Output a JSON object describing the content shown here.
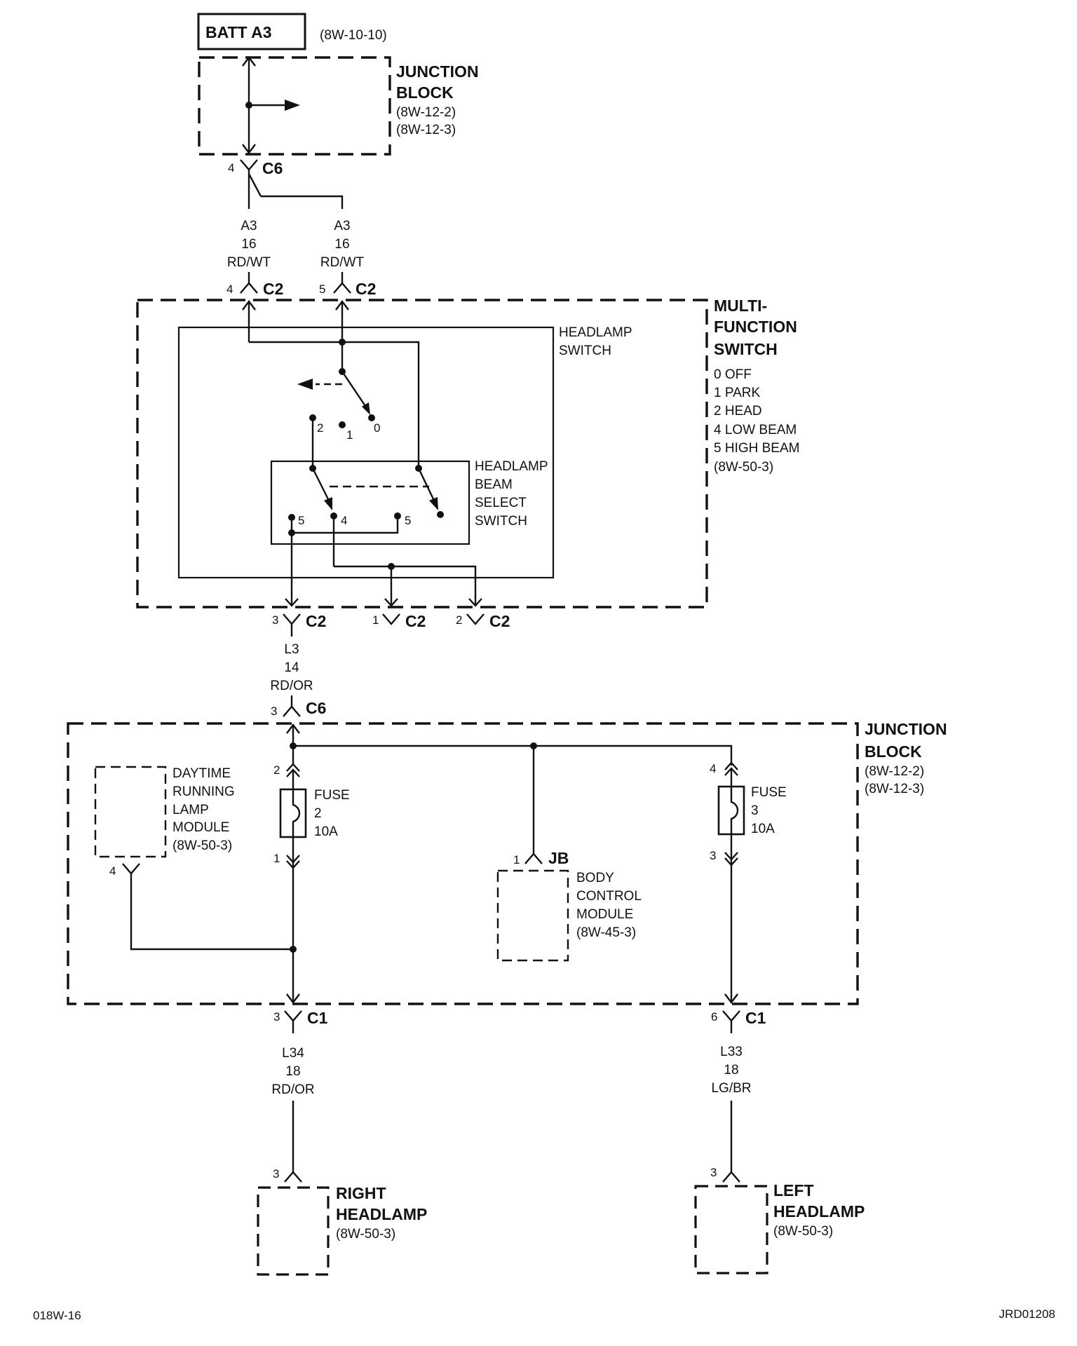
{
  "batt": {
    "label": "BATT A3",
    "ref": "(8W-10-10)"
  },
  "junction_block_top": {
    "line1": "JUNCTION",
    "line2": "BLOCK",
    "ref1": "(8W-12-2)",
    "ref2": "(8W-12-3)"
  },
  "connectors": {
    "c6_top": {
      "pin": "4",
      "name": "C6"
    },
    "c2_in_left": {
      "pin": "4",
      "name": "C2"
    },
    "c2_in_right": {
      "pin": "5",
      "name": "C2"
    },
    "c2_out_3": {
      "pin": "3",
      "name": "C2"
    },
    "c2_out_1": {
      "pin": "1",
      "name": "C2"
    },
    "c2_out_2": {
      "pin": "2",
      "name": "C2"
    },
    "c6_mid": {
      "pin": "3",
      "name": "C6"
    },
    "c1_left": {
      "pin": "3",
      "name": "C1"
    },
    "c1_right": {
      "pin": "6",
      "name": "C1"
    },
    "jb_bcm": {
      "pin": "1",
      "name": "JB"
    },
    "drl_pin": {
      "pin": "4"
    },
    "fuse2_top": {
      "pin": "2"
    },
    "fuse2_bot": {
      "pin": "1"
    },
    "fuse3_top": {
      "pin": "4"
    },
    "fuse3_bot": {
      "pin": "3"
    },
    "rh_pin": {
      "pin": "3"
    },
    "lh_pin": {
      "pin": "3"
    }
  },
  "wires": {
    "a3_left": {
      "circuit": "A3",
      "gauge": "16",
      "color": "RD/WT"
    },
    "a3_right": {
      "circuit": "A3",
      "gauge": "16",
      "color": "RD/WT"
    },
    "l3": {
      "circuit": "L3",
      "gauge": "14",
      "color": "RD/OR"
    },
    "l34": {
      "circuit": "L34",
      "gauge": "18",
      "color": "RD/OR"
    },
    "l33": {
      "circuit": "L33",
      "gauge": "18",
      "color": "LG/BR"
    }
  },
  "multifunction_switch": {
    "line1": "MULTI-",
    "line2": "FUNCTION",
    "line3": "SWITCH",
    "positions": [
      "0 OFF",
      "1 PARK",
      "2 HEAD",
      "4 LOW BEAM",
      "5 HIGH BEAM"
    ],
    "ref": "(8W-50-3)"
  },
  "headlamp_switch": {
    "line1": "HEADLAMP",
    "line2": "SWITCH",
    "contacts": {
      "c2": "2",
      "c1": "1",
      "c0": "0"
    }
  },
  "beam_select_switch": {
    "lines": [
      "HEADLAMP",
      "BEAM",
      "SELECT",
      "SWITCH"
    ],
    "contacts": {
      "left5": "5",
      "mid4": "4",
      "right5": "5"
    }
  },
  "junction_block_mid": {
    "line1": "JUNCTION",
    "line2": "BLOCK",
    "ref1": "(8W-12-2)",
    "ref2": "(8W-12-3)"
  },
  "drl_module": {
    "lines": [
      "DAYTIME",
      "RUNNING",
      "LAMP",
      "MODULE",
      "(8W-50-3)"
    ]
  },
  "fuse2": {
    "l1": "FUSE",
    "l2": "2",
    "l3": "10A"
  },
  "fuse3": {
    "l1": "FUSE",
    "l2": "3",
    "l3": "10A"
  },
  "bcm": {
    "lines": [
      "BODY",
      "CONTROL",
      "MODULE",
      "(8W-45-3)"
    ]
  },
  "right_headlamp": {
    "line1": "RIGHT",
    "line2": "HEADLAMP",
    "ref": "(8W-50-3)"
  },
  "left_headlamp": {
    "line1": "LEFT",
    "line2": "HEADLAMP",
    "ref": "(8W-50-3)"
  },
  "footer": {
    "left": "018W-16",
    "right": "JRD01208"
  }
}
